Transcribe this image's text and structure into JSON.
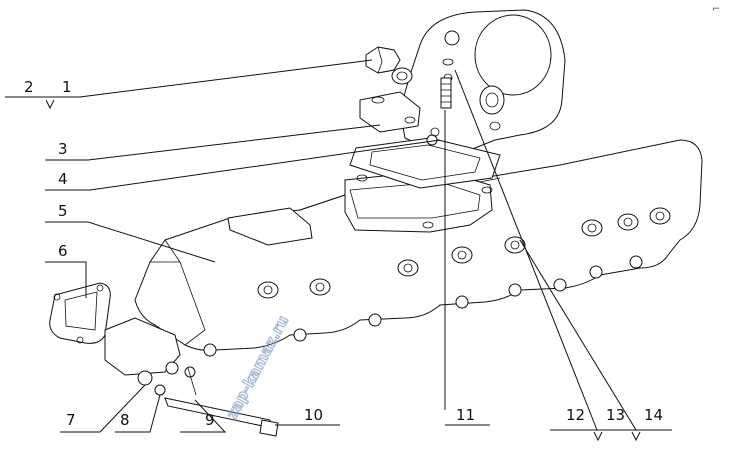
{
  "watermark": "zap-kamaz.ru",
  "corner_mark": "⌐",
  "callouts": [
    {
      "id": "c2",
      "text": "2"
    },
    {
      "id": "c1",
      "text": "1"
    },
    {
      "id": "c3",
      "text": "3"
    },
    {
      "id": "c4",
      "text": "4"
    },
    {
      "id": "c5",
      "text": "5"
    },
    {
      "id": "c6",
      "text": "6"
    },
    {
      "id": "c7",
      "text": "7"
    },
    {
      "id": "c8",
      "text": "8"
    },
    {
      "id": "c9",
      "text": "9"
    },
    {
      "id": "c10",
      "text": "10"
    },
    {
      "id": "c11",
      "text": "11"
    },
    {
      "id": "c12",
      "text": "12"
    },
    {
      "id": "c13",
      "text": "13"
    },
    {
      "id": "c14",
      "text": "14"
    }
  ],
  "colors": {
    "line": "#111111",
    "watermark": "#8aa4c8",
    "background": "#ffffff"
  }
}
